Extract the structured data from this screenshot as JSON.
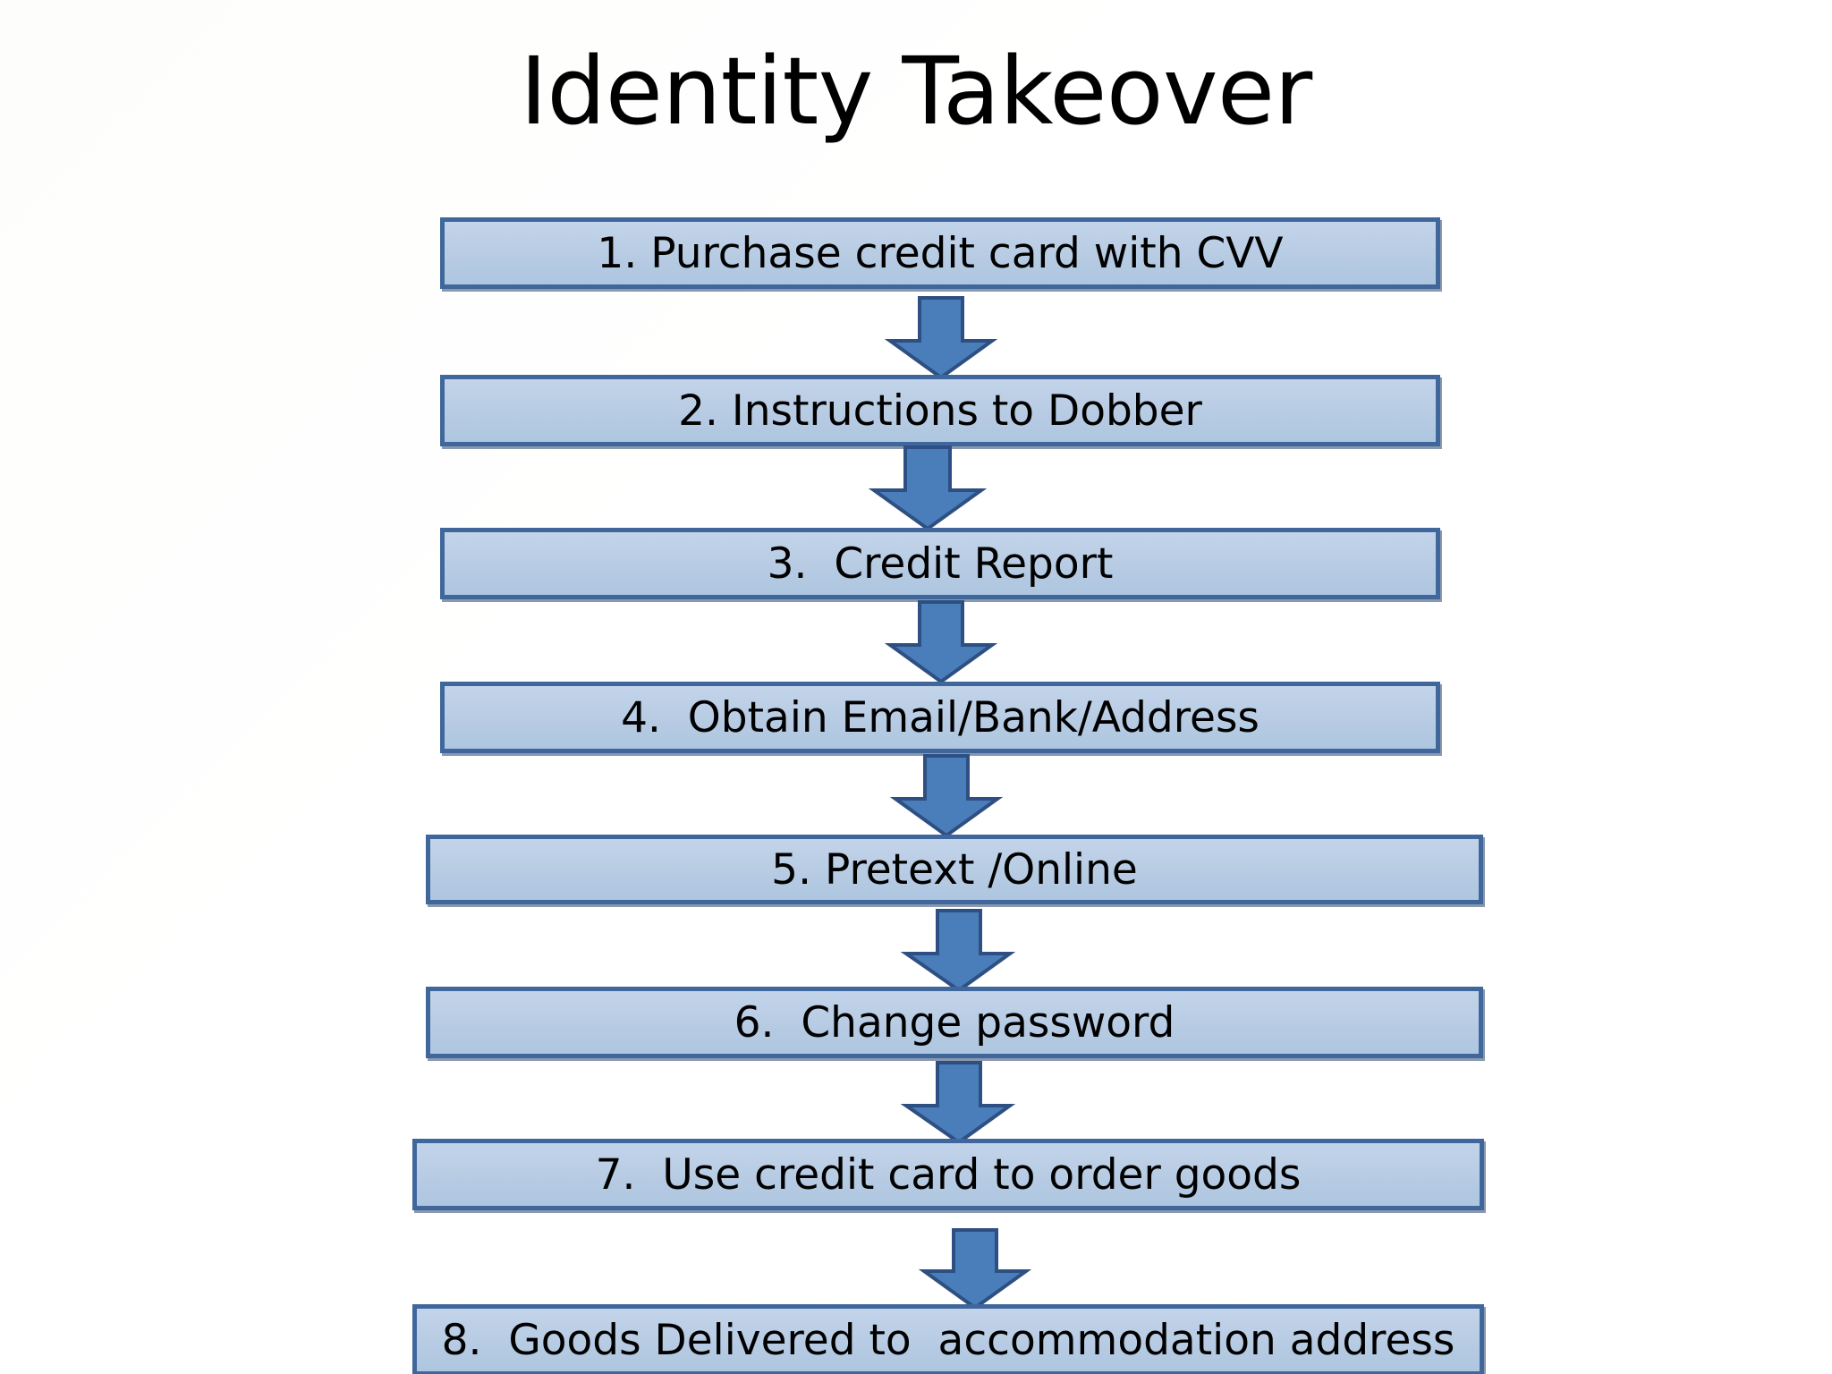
{
  "slide": {
    "title": "Identity Takeover",
    "background_color": "#ffffff"
  },
  "theme": {
    "box_fill": "#b9cde4",
    "box_border": "#40679b",
    "arrow_fill": "#4a7ebb",
    "arrow_border": "#2e4f82",
    "text_color": "#000000"
  },
  "flow": {
    "steps": [
      {
        "number": "1",
        "label": "1. Purchase credit card with CVV"
      },
      {
        "number": "2",
        "label": "2. Instructions to Dobber"
      },
      {
        "number": "3",
        "label": "3.  Credit Report"
      },
      {
        "number": "4",
        "label": "4.  Obtain Email/Bank/Address"
      },
      {
        "number": "5",
        "label": "5. Pretext /Online"
      },
      {
        "number": "6",
        "label": "6.  Change password"
      },
      {
        "number": "7",
        "label": "7.  Use credit card to order goods"
      },
      {
        "number": "8",
        "label": "8.  Goods Delivered to  accommodation address"
      }
    ],
    "connectors": [
      {
        "from": "1",
        "to": "2",
        "icon": "down-arrow-icon"
      },
      {
        "from": "2",
        "to": "3",
        "icon": "down-arrow-icon"
      },
      {
        "from": "3",
        "to": "4",
        "icon": "down-arrow-icon"
      },
      {
        "from": "4",
        "to": "5",
        "icon": "down-arrow-icon"
      },
      {
        "from": "5",
        "to": "6",
        "icon": "down-arrow-icon"
      },
      {
        "from": "6",
        "to": "7",
        "icon": "down-arrow-icon"
      },
      {
        "from": "7",
        "to": "8",
        "icon": "down-arrow-icon"
      }
    ]
  }
}
